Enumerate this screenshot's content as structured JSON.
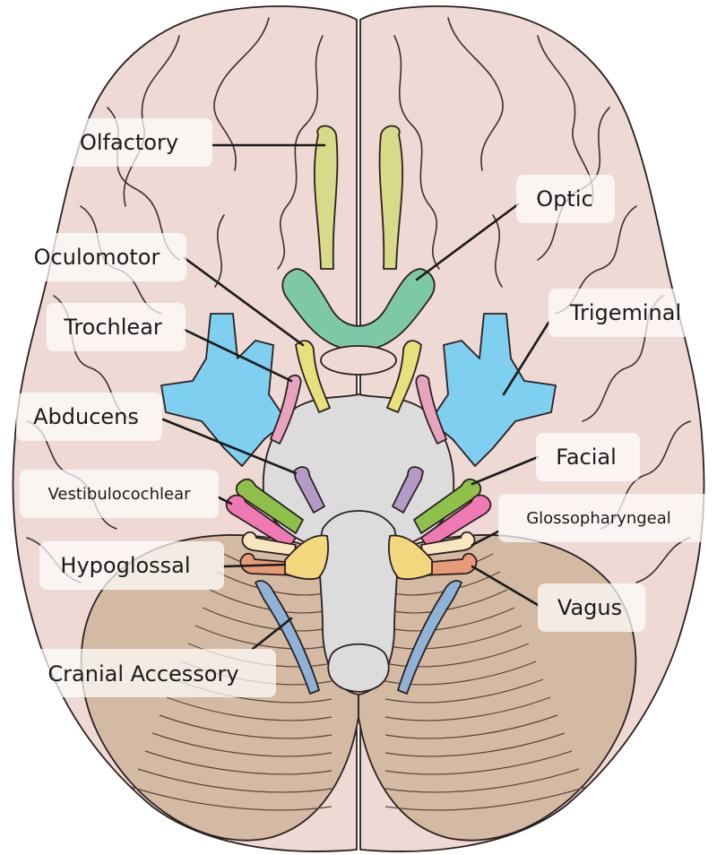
{
  "colors": {
    "cerebrum": "#eed9d4",
    "cerebellum": "#d4b9a3",
    "brainstem": "#dcdcdc",
    "olfactory": "#d9d98a",
    "optic": "#7dc9a7",
    "oculomotor": "#e8e07a",
    "trochlear": "#e8a3c0",
    "trigeminal": "#7fcff0",
    "abducens": "#b59ac8",
    "facial": "#8fc14a",
    "vestibulocochlear": "#ee79b3",
    "glossopharyngeal": "#f8e6bf",
    "vagus": "#e69a78",
    "hypoglossal": "#f2d77e",
    "accessory": "#8fb2d6"
  },
  "labels": {
    "olfactory": "Olfactory",
    "optic": "Optic",
    "oculomotor": "Oculomotor",
    "trochlear": "Trochlear",
    "trigeminal": "Trigeminal",
    "abducens": "Abducens",
    "facial": "Facial",
    "vestibulocochlear": "Vestibulocochlear",
    "glossopharyngeal": "Glossopharyngeal",
    "hypoglossal": "Hypoglossal",
    "vagus": "Vagus",
    "accessory": "Cranial Accessory"
  }
}
